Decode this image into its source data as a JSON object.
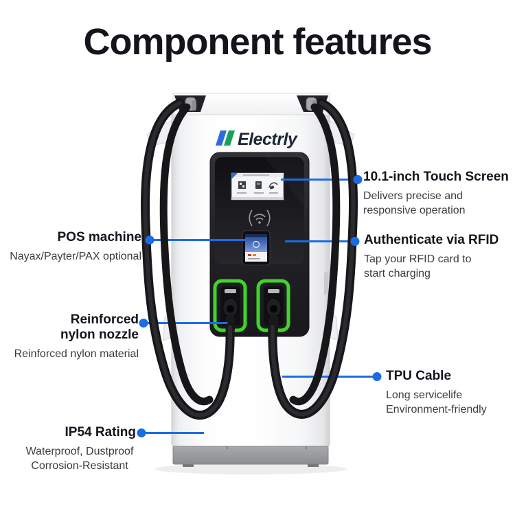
{
  "page": {
    "title": "Component features",
    "background": "#ffffff"
  },
  "brand": {
    "name": "Electrly"
  },
  "colors": {
    "accent_blue": "#1b6ce4",
    "nozzle_frame_green": "#41d42a",
    "heading_text": "#14141d",
    "body_text": "#3b3b42",
    "logo_slash_blue": "#2e6ce2",
    "logo_slash_green": "#14a25c",
    "logo_text": "#1d2737",
    "device_panel_black": "#1f1f24",
    "device_base_gray": "#97989b"
  },
  "callouts": {
    "touch_screen": {
      "title": "10.1-inch Touch Screen",
      "desc": [
        "Delivers precise and",
        "responsive operation"
      ]
    },
    "pos_machine": {
      "title": "POS machine",
      "desc": [
        "Nayax/Payter/PAX optional"
      ]
    },
    "rfid": {
      "title": "Authenticate via RFID",
      "desc": [
        "Tap your RFID card to",
        "start charging"
      ]
    },
    "nozzle": {
      "title": [
        "Reinforced",
        "nylon nozzle"
      ],
      "desc": [
        "Reinforced nylon material"
      ]
    },
    "tpu_cable": {
      "title": "TPU Cable",
      "desc": [
        "Long servicelife",
        "Environment-friendly"
      ]
    },
    "ip54": {
      "title": "IP54 Rating",
      "desc": [
        "Waterproof, Dustproof",
        "Corrosion-Resistant"
      ]
    }
  },
  "icons": {
    "contactless": "contactless-wave",
    "screen_icons": [
      "qr-code",
      "card-reader",
      "rfid-tap"
    ]
  }
}
